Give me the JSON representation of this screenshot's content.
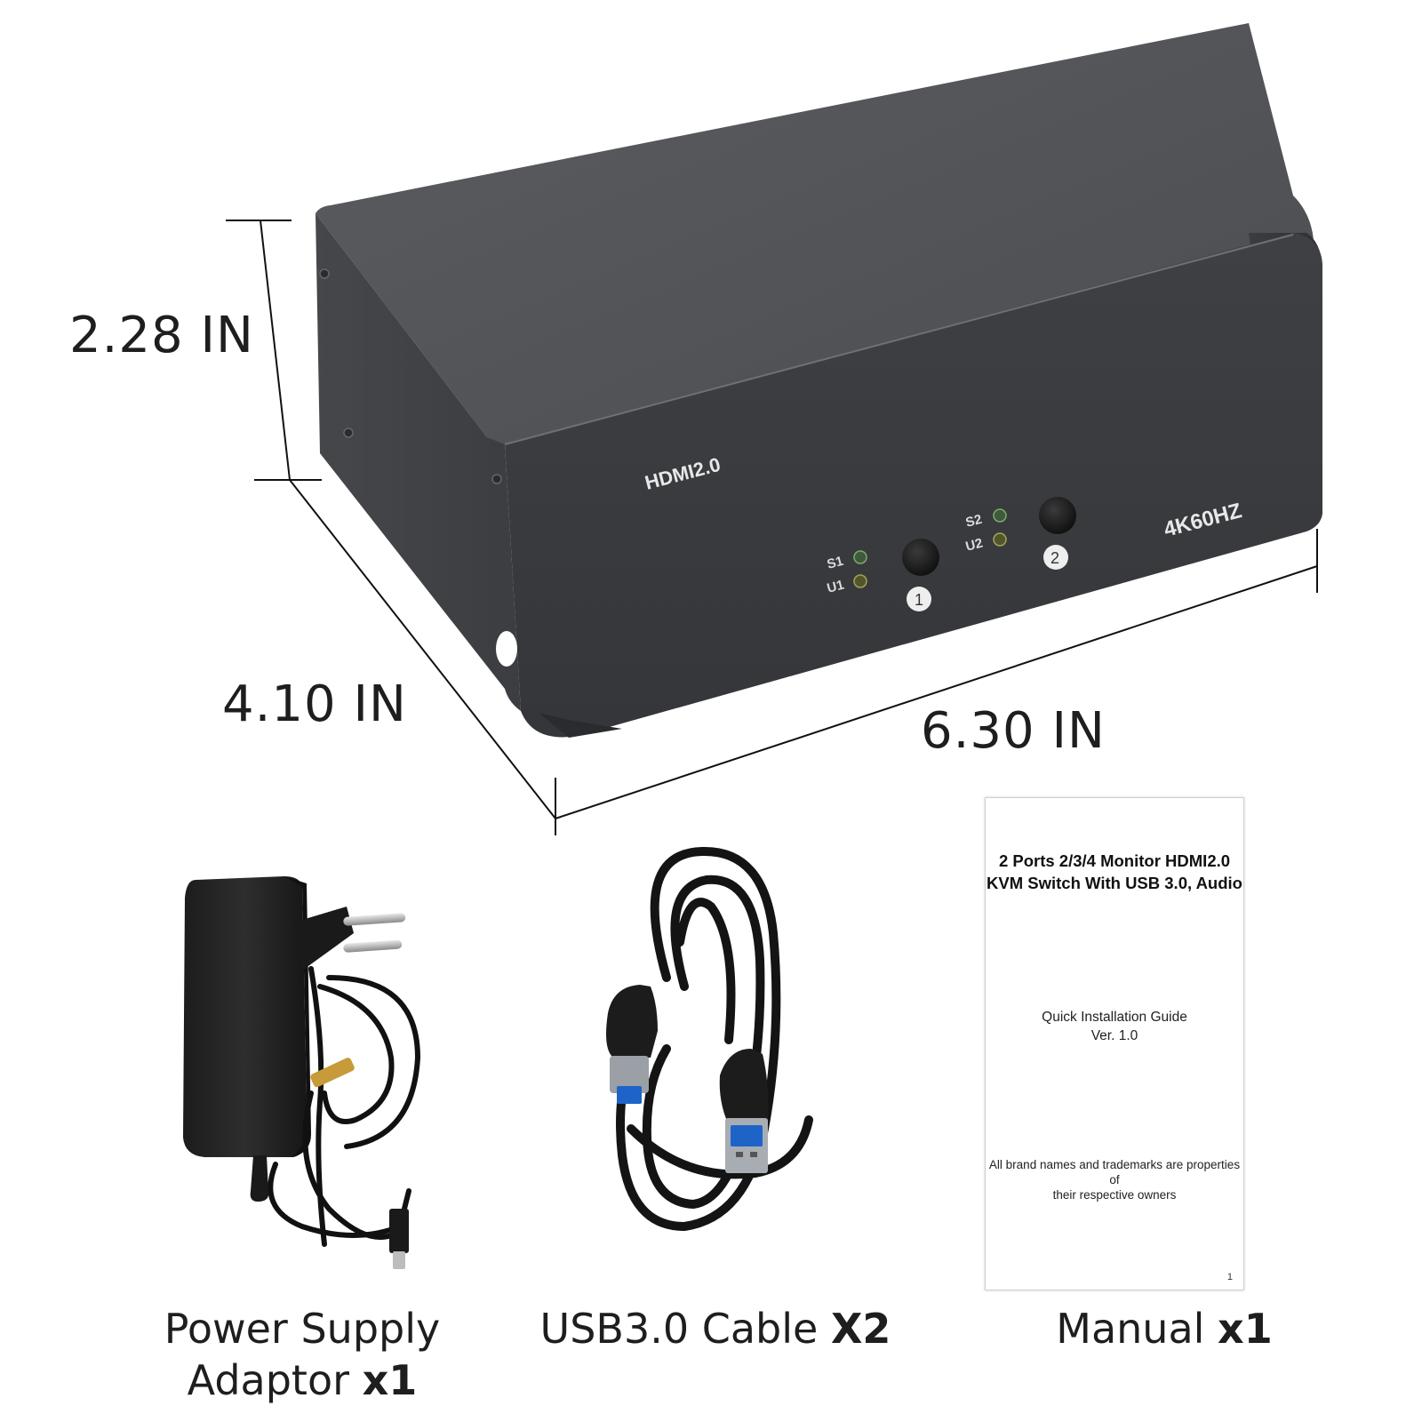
{
  "dimensions": {
    "height": "2.28 IN",
    "depth": "4.10 IN",
    "width": "6.30 IN"
  },
  "device": {
    "left_label": "HDMI2.0",
    "right_label": "4K60HZ",
    "port1": {
      "led_top": "S1",
      "led_bottom": "U1",
      "number": "1"
    },
    "port2": {
      "led_top": "S2",
      "led_bottom": "U2",
      "number": "2"
    }
  },
  "manual": {
    "title_line1": "2 Ports 2/3/4 Monitor HDMI2.0",
    "title_line2": "KVM Switch With USB 3.0, Audio",
    "guide_line1": "Quick Installation Guide",
    "guide_line2": "Ver. 1.0",
    "legal_line1": "All brand names and trademarks are properties of",
    "legal_line2": "their respective owners",
    "page_number": "1"
  },
  "accessories": {
    "power": {
      "line1": "Power Supply",
      "line2": "Adaptor",
      "qty": "x1"
    },
    "cable": {
      "name": "USB3.0 Cable",
      "qty": "X2"
    },
    "manual": {
      "name": "Manual",
      "qty": "x1"
    }
  },
  "colors": {
    "enclosure": "#4a4c50",
    "usb_blue": "#1e64c8",
    "led_green": "#5c8a4e"
  }
}
